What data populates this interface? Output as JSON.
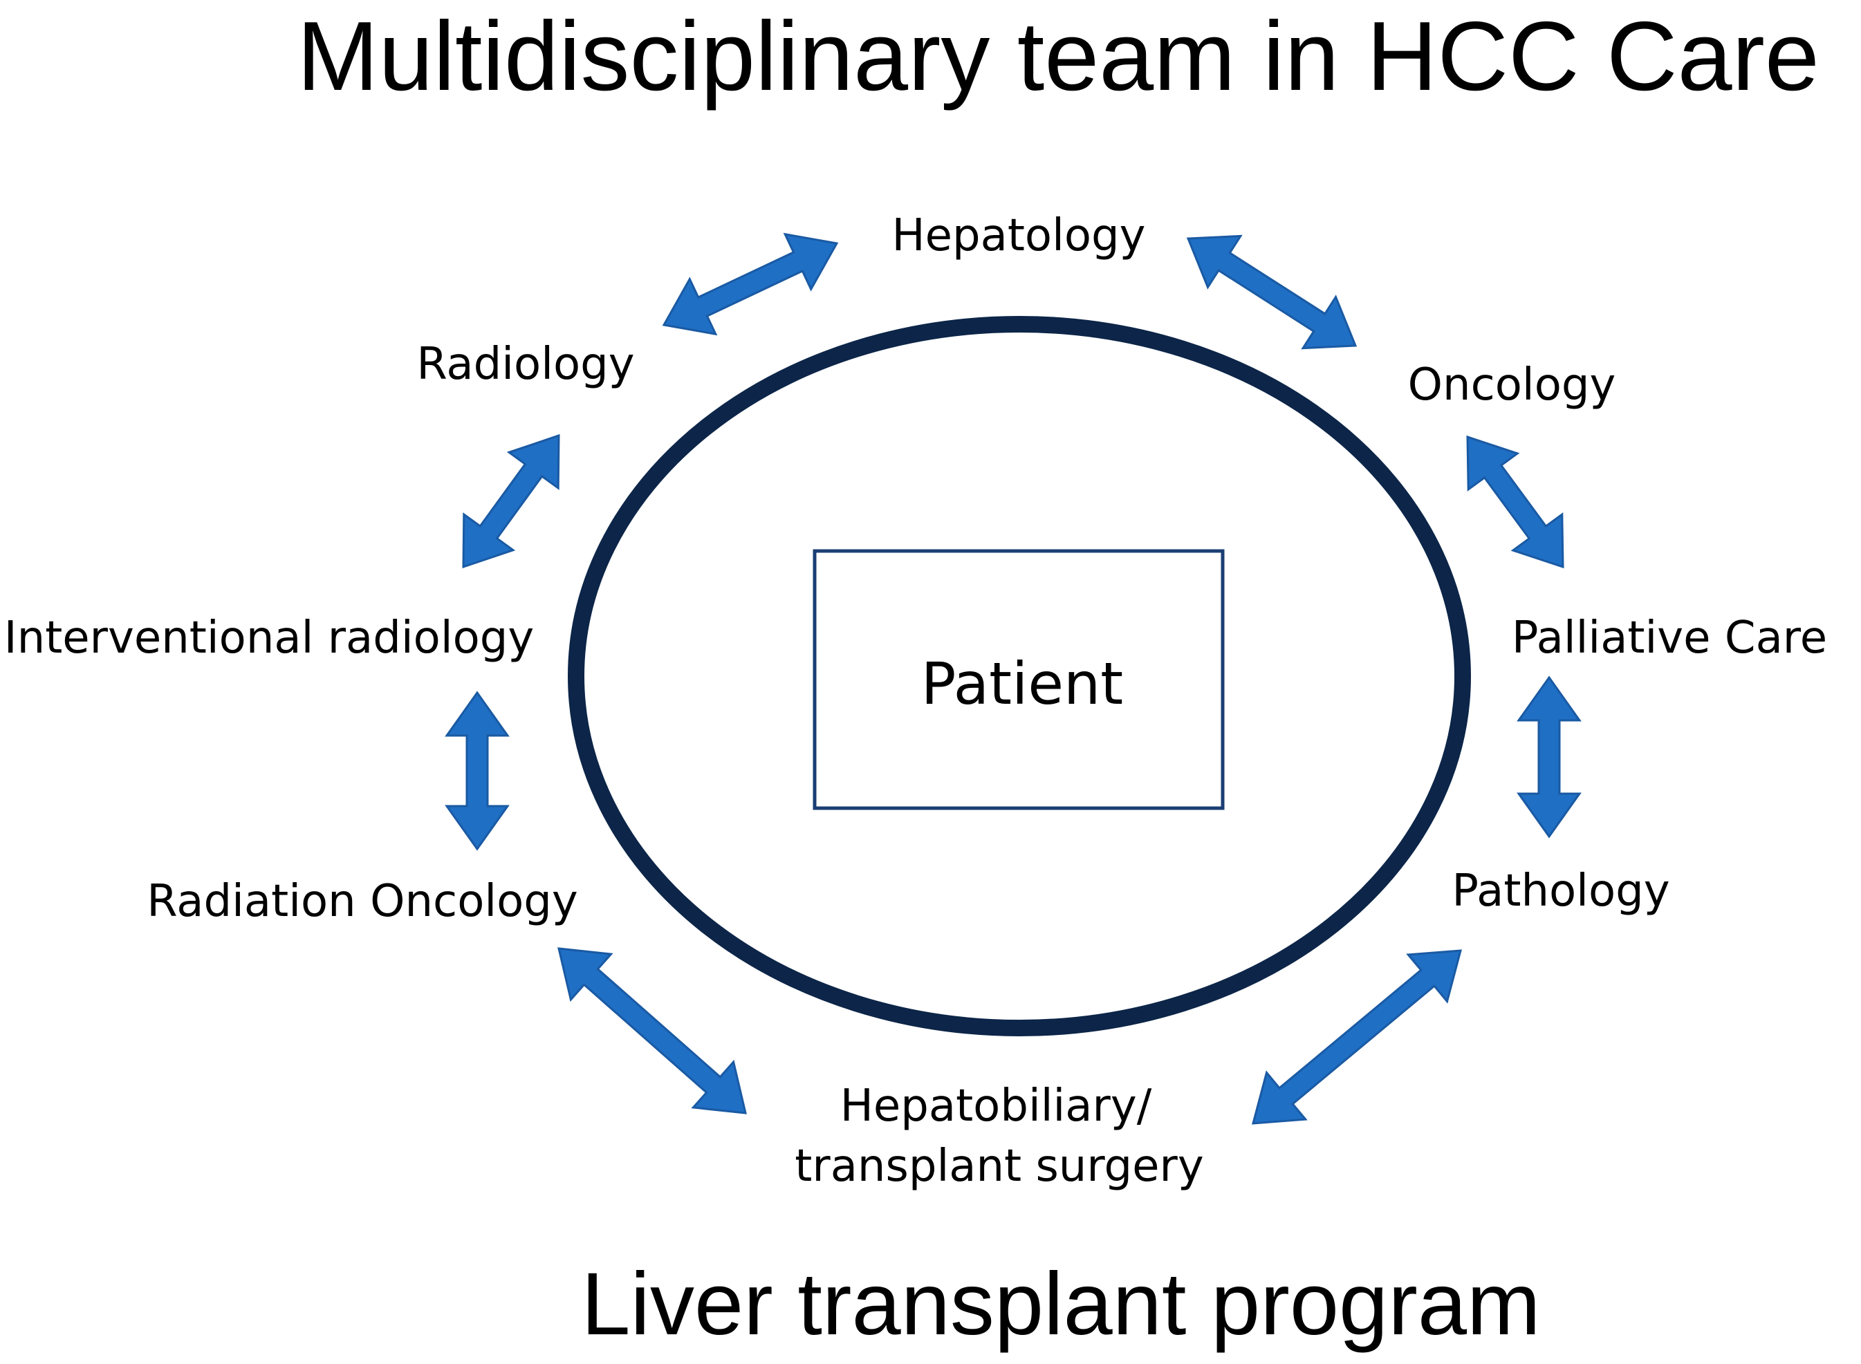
{
  "title": "Multidisciplinary team in HCC Care",
  "center": {
    "label": "Patient"
  },
  "disciplines": [
    {
      "label": "Hepatology"
    },
    {
      "label": "Oncology"
    },
    {
      "label": "Palliative Care"
    },
    {
      "label": "Pathology"
    },
    {
      "label_line1": "Hepatobiliary/",
      "label_line2": "transplant surgery"
    },
    {
      "label": "Radiation Oncology"
    },
    {
      "label": "Interventional radiology"
    },
    {
      "label": "Radiology"
    }
  ],
  "footer": "Liver transplant program",
  "colors": {
    "arrow_fill": "#1f6fc5",
    "arrow_stroke": "#1a5aa3",
    "ring": "#0c2548",
    "box_stroke": "#1b3f73",
    "text": "#000000"
  }
}
